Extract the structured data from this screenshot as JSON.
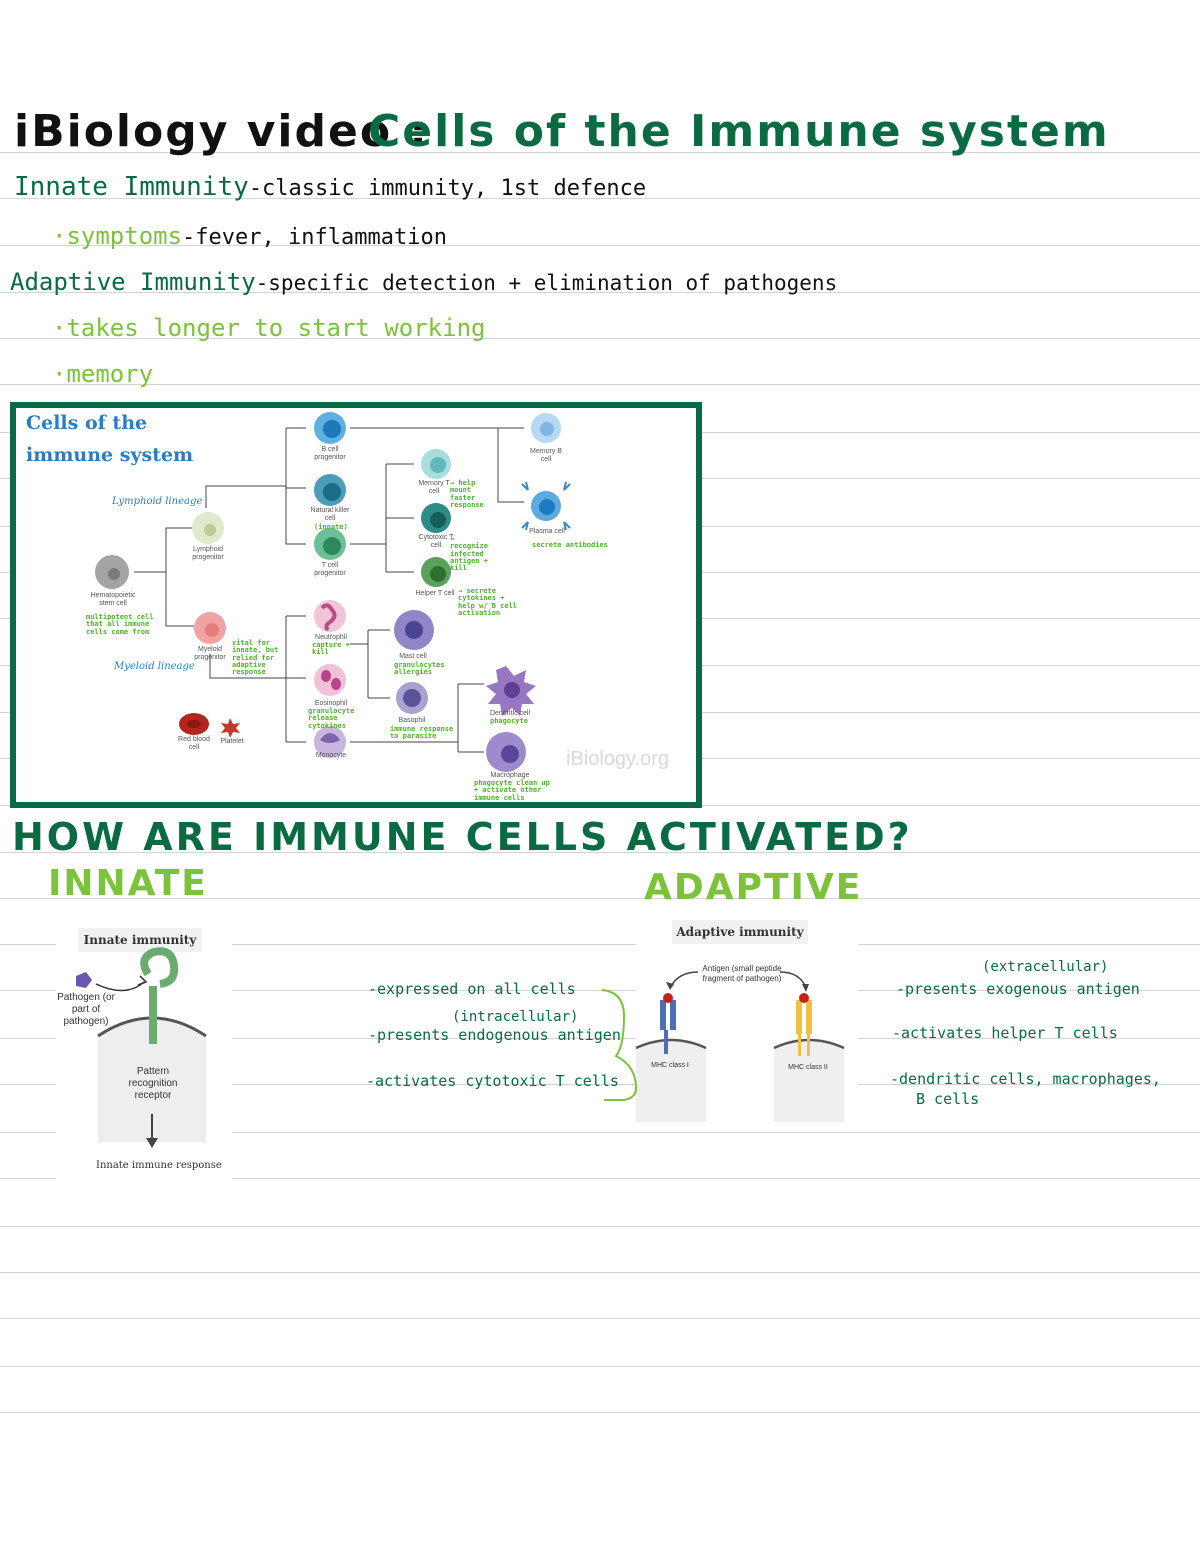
{
  "header": {
    "title_prefix": "iBiology video :",
    "title_main": "Cells of the Immune system"
  },
  "notes": {
    "innate_heading": "Innate Immunity",
    "innate_desc": "-classic immunity, 1st defence",
    "symptoms_label": "·symptoms",
    "symptoms_desc": "-fever, inflammation",
    "adaptive_heading": "Adaptive Immunity",
    "adaptive_desc": "-specific detection + elimination of pathogens",
    "adaptive_point1": "·takes longer to start working",
    "adaptive_point2": "·memory"
  },
  "diagram": {
    "title_line1": "Cells of the",
    "title_line2": "immune system",
    "lymphoid_lineage": "Lymphoid lineage",
    "myeloid_lineage": "Myeloid lineage",
    "cells": {
      "hsc": "Hematopoietic stem cell",
      "lymphoid_progenitor": "Lymphoid progenitor",
      "myeloid_progenitor": "Myeloid progenitor",
      "b_progenitor": "B cell progenitor",
      "nk": "Natural killer cell",
      "t_progenitor": "T cell progenitor",
      "memory_t": "Memory T cell",
      "cytotoxic_t": "Cytotoxic T cell",
      "helper_t": "Helper T cell",
      "memory_b": "Memory B cell",
      "plasma": "Plasma cell",
      "neutrophil": "Neutrophil",
      "eosinophil": "Eosinophil",
      "basophil": "Basophil",
      "mast": "Mast cell",
      "monocyte": "Monocyte",
      "dendritic": "Dendritic cell",
      "macrophage": "Macrophage",
      "rbc": "Red blood cell",
      "platelet": "Platelet"
    },
    "annotations": {
      "hsc": "multipotent cell that all immune cells come from",
      "myeloid": "vital for innate, but relied for adaptive response",
      "nk": "(innate)",
      "memory_t": "→ help mount faster response",
      "cytotoxic_t": "→ recognize infected antigen + kill",
      "helper_t": "→ secrete cytokines + help w/ B cell activation",
      "plasma": "secrete antibodies",
      "neutrophil": "capture + kill",
      "eosinophil": "granulocyte release cytokines",
      "mast": "granulocytes allergies",
      "basophil": "immune response to parasite",
      "dendritic": "phagocyte",
      "macrophage": "phagocyte clean up + activate other immune cells"
    },
    "watermark": "iBiology.org"
  },
  "activation": {
    "heading": "HOW ARE IMMUNE CELLS ACTIVATED?",
    "innate_label": "INNATE",
    "adaptive_label": "ADAPTIVE"
  },
  "innate_figure": {
    "title": "Innate immunity",
    "pathogen": "Pathogen (or part of pathogen)",
    "receptor": "Pattern recognition receptor",
    "response": "Innate immune response"
  },
  "adaptive_figure": {
    "title": "Adaptive immunity",
    "antigen": "Antigen (small peptide fragment of pathogen)",
    "mhc1": "MHC class I",
    "mhc2": "MHC class II"
  },
  "mhc1_notes": {
    "line1": "-expressed on all cells",
    "line2": "(intracellular)",
    "line3": "-presents endogenous antigen",
    "line4": "-activates cytotoxic T cells"
  },
  "mhc2_notes": {
    "line1": "(extracellular)",
    "line2": "-presents exogenous antigen",
    "line3": "-activates helper T cells",
    "line4": "-dendritic cells, macrophages,",
    "line5": "B cells"
  },
  "colors": {
    "dark_green": "#0a6b43",
    "light_green": "#7cc23a",
    "frame_green": "#0b6a45",
    "diagram_blue": "#2a7dc2"
  }
}
